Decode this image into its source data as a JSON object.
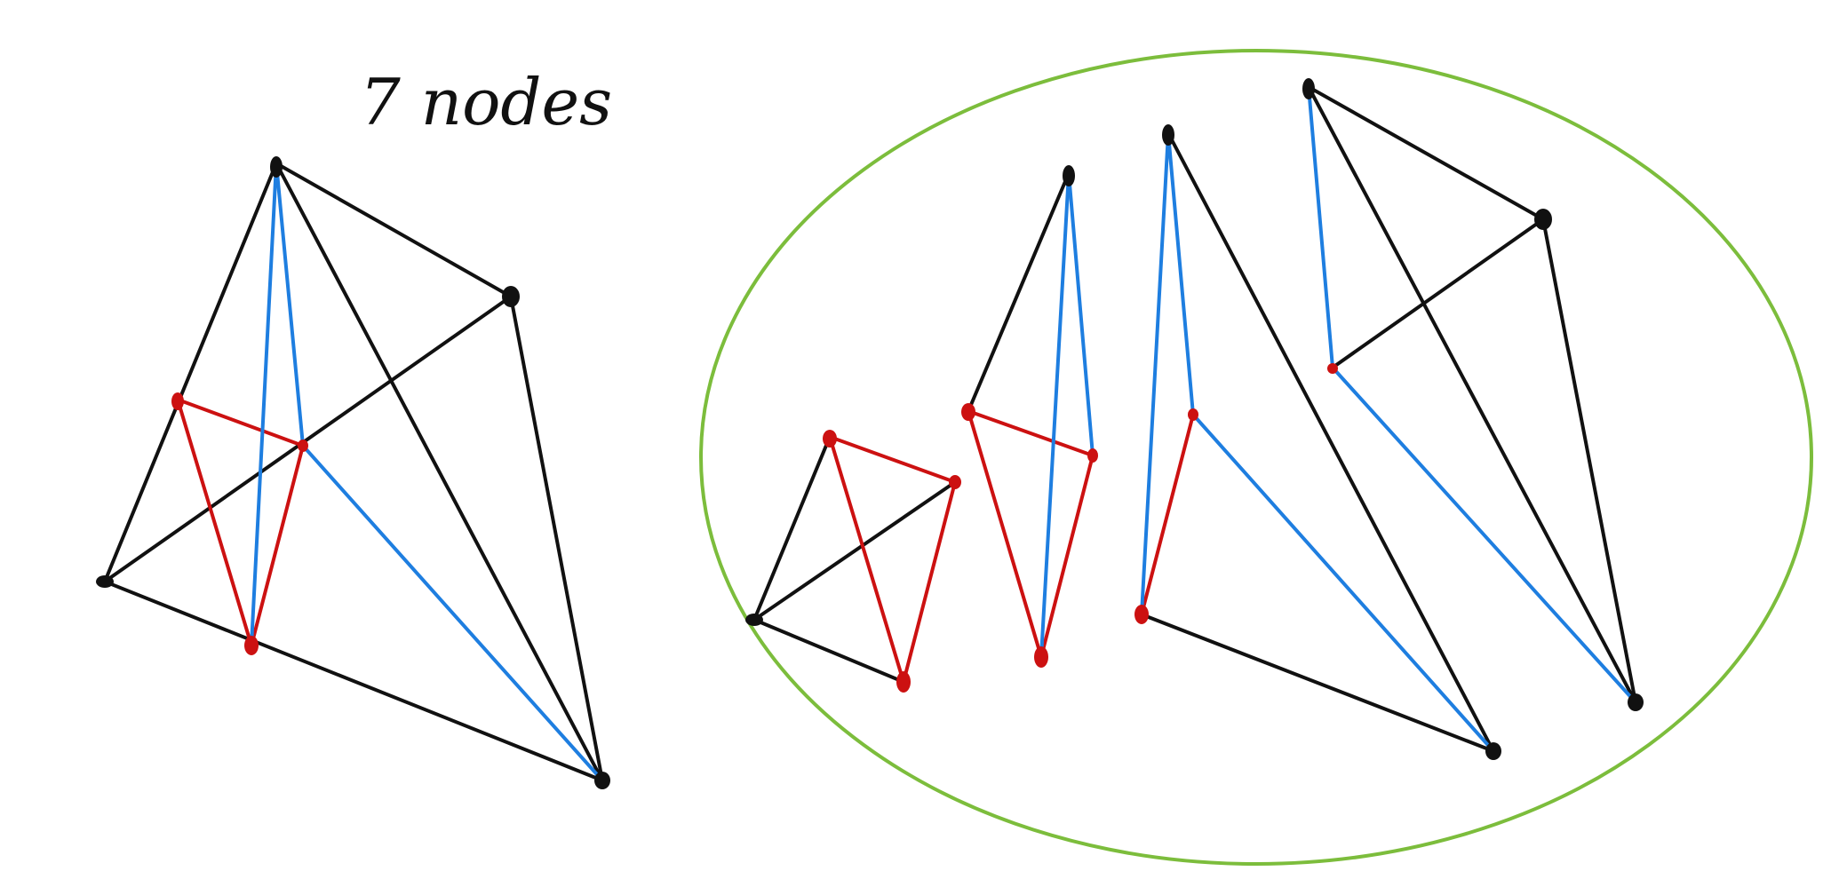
{
  "title": "7 nodes",
  "colors": {
    "black": "#111111",
    "red": "#cc1111",
    "blue": "#1e7ee0",
    "green": "#7cbd3c"
  },
  "diagram": {
    "full_graph": {
      "node_count": 7,
      "nodes": [
        "top",
        "right",
        "left",
        "bottom-right",
        "red-left",
        "red-mid",
        "red-bottom"
      ],
      "edges": [
        {
          "from": "top",
          "to": "right",
          "color": "black"
        },
        {
          "from": "top",
          "to": "left",
          "color": "black"
        },
        {
          "from": "top",
          "to": "bottom-right",
          "color": "black"
        },
        {
          "from": "left",
          "to": "right",
          "color": "black"
        },
        {
          "from": "right",
          "to": "bottom-right",
          "color": "black"
        },
        {
          "from": "left",
          "to": "bottom-right",
          "color": "black"
        },
        {
          "from": "red-left",
          "to": "red-mid",
          "color": "red"
        },
        {
          "from": "red-left",
          "to": "red-bottom",
          "color": "red"
        },
        {
          "from": "red-mid",
          "to": "red-bottom",
          "color": "red"
        },
        {
          "from": "top",
          "to": "red-mid",
          "color": "blue"
        },
        {
          "from": "top",
          "to": "red-bottom",
          "color": "blue"
        },
        {
          "from": "red-mid",
          "to": "bottom-right",
          "color": "blue"
        }
      ]
    },
    "subgraph_group": {
      "outline_color": "green",
      "subgraph_count": 4
    }
  }
}
